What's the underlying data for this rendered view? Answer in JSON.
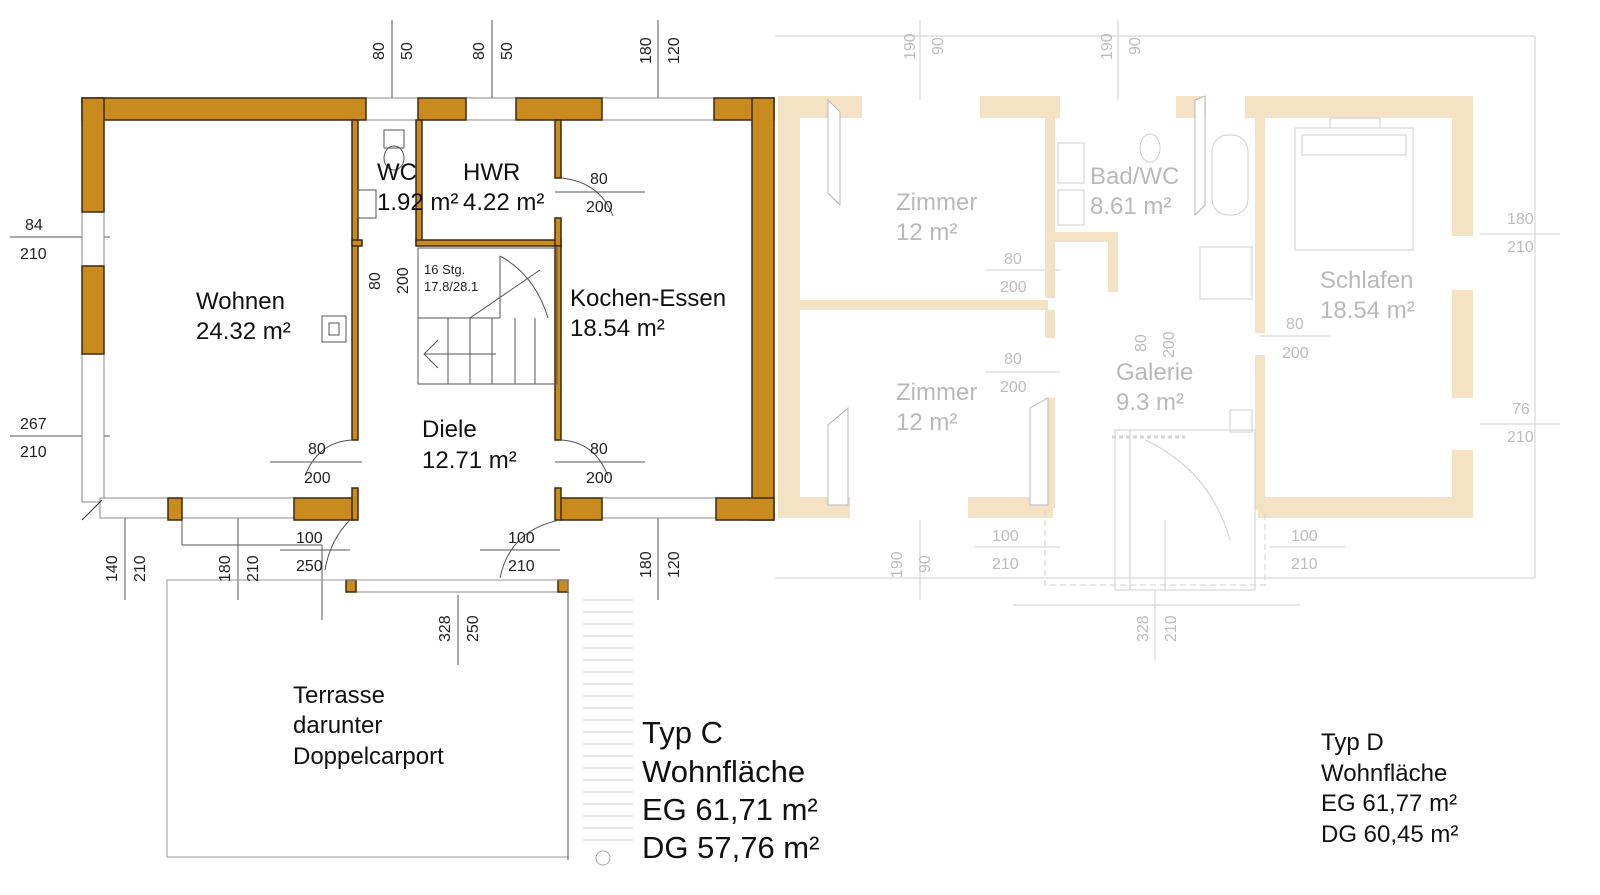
{
  "plan_c": {
    "rooms": {
      "wohnen": {
        "name": "Wohnen",
        "area": "24.32 m²"
      },
      "wc": {
        "name": "WC",
        "area": "1.92 m²"
      },
      "hwr": {
        "name": "HWR",
        "area": "4.22 m²"
      },
      "kochen": {
        "name": "Kochen-Essen",
        "area": "18.54 m²"
      },
      "diele": {
        "name": "Diele",
        "area": "12.71 m²"
      }
    },
    "stairs": {
      "steps": "16 Stg.",
      "ratio": "17.8/28.1"
    },
    "terrace": {
      "line1": "Terrasse",
      "line2": "darunter",
      "line3": "Doppelcarport"
    },
    "summary": {
      "type": "Typ C",
      "label": "Wohnfläche",
      "eg": "EG 61,71 m²",
      "dg": "DG 57,76 m²"
    },
    "dims": {
      "top_wc_a": "80",
      "top_wc_b": "50",
      "top_hwr_a": "80",
      "top_hwr_b": "50",
      "top_k_a": "180",
      "top_k_b": "120",
      "left_a_top": "84",
      "left_a_bot": "210",
      "left_b_top": "267",
      "left_b_bot": "210",
      "hwr_door_top": "80",
      "hwr_door_bot": "200",
      "wc_door_a": "80",
      "wc_door_b": "200",
      "wohnen_door_top": "80",
      "wohnen_door_bot": "200",
      "kochen_door_top": "80",
      "kochen_door_bot": "200",
      "ent_left_top": "100",
      "ent_left_bot": "250",
      "ent_right_top": "100",
      "ent_right_bot": "210",
      "bot_a1": "140",
      "bot_a2": "210",
      "bot_b1": "180",
      "bot_b2": "210",
      "bot_c1": "180",
      "bot_c2": "120",
      "bot_d1": "328",
      "bot_d2": "250"
    }
  },
  "plan_d": {
    "rooms": {
      "zimmer1": {
        "name": "Zimmer",
        "area": "12 m²"
      },
      "bad": {
        "name": "Bad/WC",
        "area": "8.61 m²"
      },
      "schlafen": {
        "name": "Schlafen",
        "area": "18.54 m²"
      },
      "zimmer2": {
        "name": "Zimmer",
        "area": "12 m²"
      },
      "galerie": {
        "name": "Galerie",
        "area": "9.3 m²"
      }
    },
    "summary": {
      "type": "Typ D",
      "label": "Wohnfläche",
      "eg": "EG 61,77 m²",
      "dg": "DG 60,45 m²"
    },
    "dims": {
      "top_a1": "190",
      "top_a2": "90",
      "top_b1": "190",
      "top_b2": "90",
      "right_a_top": "180",
      "right_a_bot": "210",
      "right_b_top": "76",
      "right_b_bot": "210",
      "z1_door_top": "80",
      "z1_door_bot": "200",
      "z2_door_top": "80",
      "z2_door_bot": "200",
      "gal_a": "80",
      "gal_b": "200",
      "schl_door_top": "80",
      "schl_door_bot": "200",
      "ent_left_top": "100",
      "ent_left_bot": "210",
      "ent_right_top": "100",
      "ent_right_bot": "210",
      "bot_a1": "190",
      "bot_a2": "90",
      "bot_b1": "328",
      "bot_b2": "210"
    }
  }
}
